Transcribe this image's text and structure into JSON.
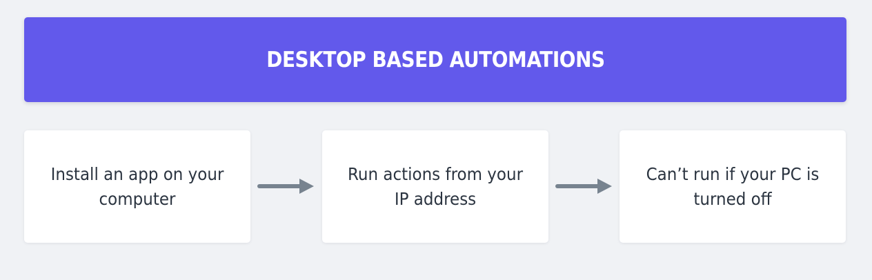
{
  "banner": {
    "title": "DESKTOP BASED AUTOMATIONS",
    "color": "#6259eb"
  },
  "steps": [
    {
      "label": "Install an app on your computer"
    },
    {
      "label": "Run actions from your IP address"
    },
    {
      "label": "Can’t run if your PC is turned off"
    }
  ],
  "connectors": [
    {
      "icon": "arrow-right-icon",
      "color": "#77838f"
    },
    {
      "icon": "arrow-right-icon",
      "color": "#77838f"
    }
  ],
  "colors": {
    "background": "#f0f2f5",
    "card": "#ffffff",
    "text": "#2b3440"
  }
}
